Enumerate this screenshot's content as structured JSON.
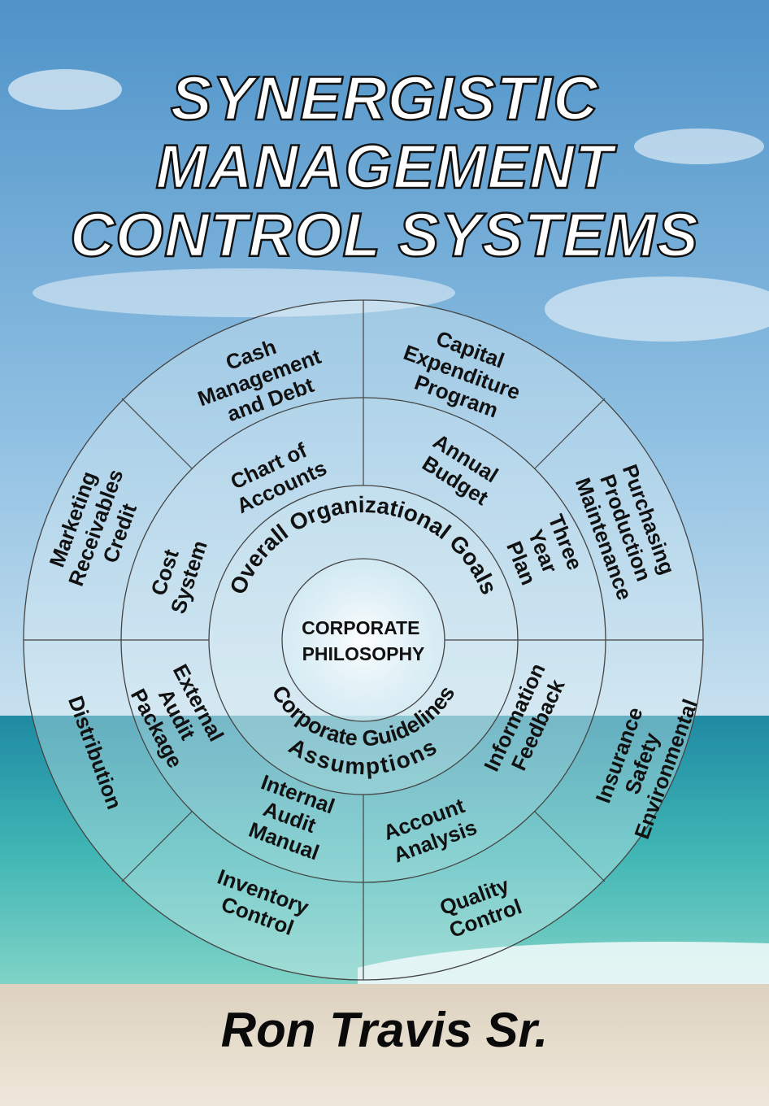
{
  "title": {
    "line1": "SYNERGISTIC",
    "line2": "MANAGEMENT",
    "line3": "CONTROL SYSTEMS"
  },
  "author": "Ron Travis Sr.",
  "diagram": {
    "center": {
      "line1": "CORPORATE",
      "line2": "PHILOSOPHY"
    },
    "inner_ring": {
      "top": "Overall Organizational Goals",
      "bottom1": "Corporate Guidelines",
      "bottom2": "Assumptions"
    },
    "middle_ring": {
      "chart_of_accounts": [
        "Chart of",
        "Accounts"
      ],
      "annual_budget": [
        "Annual",
        "Budget"
      ],
      "three_year_plan": [
        "Three",
        "Year",
        "Plan"
      ],
      "cost_system": [
        "Cost",
        "System"
      ],
      "external_audit": [
        "External",
        "Audit",
        "Package"
      ],
      "internal_audit": [
        "Internal",
        "Audit",
        "Manual"
      ],
      "account_analysis": [
        "Account",
        "Analysis"
      ],
      "information_feedback": [
        "Information",
        "Feedback"
      ]
    },
    "outer_ring": {
      "cash": [
        "Cash",
        "Management",
        "and Debt"
      ],
      "capital": [
        "Capital",
        "Expenditure",
        "Program"
      ],
      "purchasing": [
        "Purchasing",
        "Production",
        "Maintenance"
      ],
      "insurance": [
        "Insurance",
        "Safety",
        "Environmental"
      ],
      "quality": [
        "Quality",
        "Control"
      ],
      "inventory": [
        "Inventory",
        "Control"
      ],
      "distribution": [
        "Distribution"
      ],
      "marketing": [
        "Marketing",
        "Receivables",
        "Credit"
      ]
    }
  }
}
